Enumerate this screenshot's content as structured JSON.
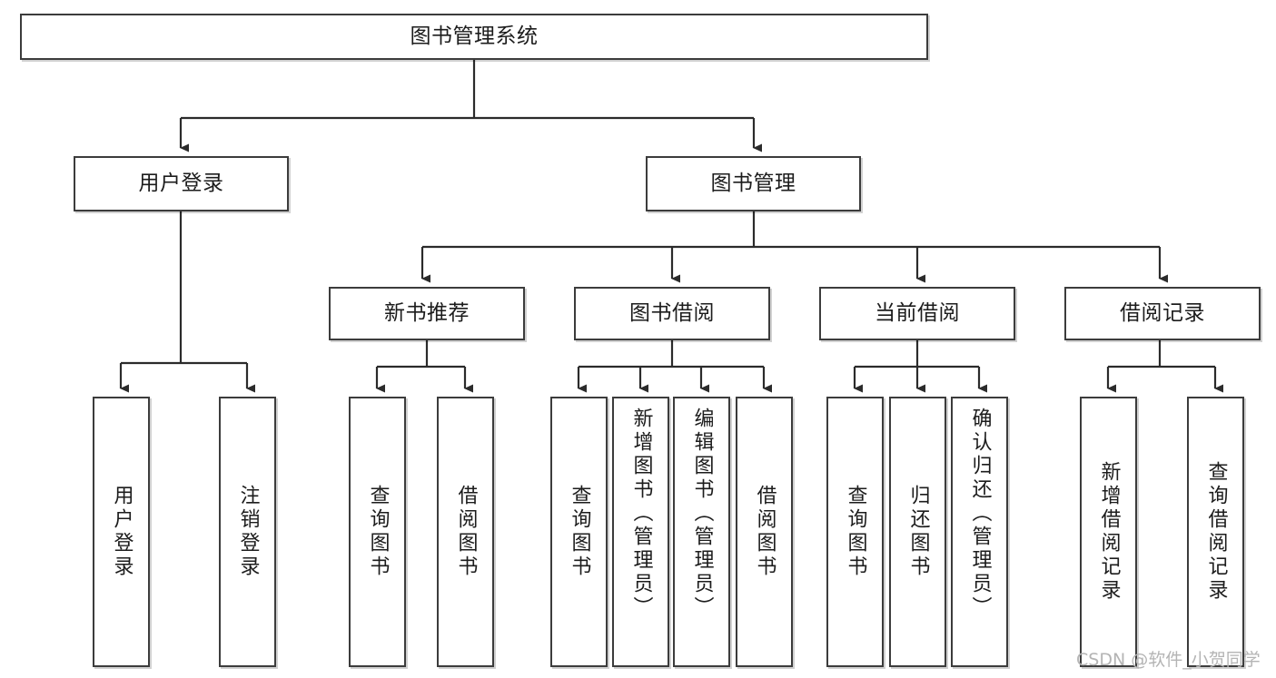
{
  "diagram": {
    "title": "图书管理系统",
    "type": "tree",
    "watermark": "CSDN @软件_小贺同学",
    "colors": {
      "box_border": "#3c3c3c",
      "box_fill": "#ffffff",
      "line": "#2b2b2b",
      "text": "#1c1c1c",
      "watermark": "#b4b4b4"
    },
    "root": {
      "label": "图书管理系统"
    },
    "level2": [
      {
        "label": "用户登录"
      },
      {
        "label": "图书管理"
      }
    ],
    "level3": [
      {
        "label": "新书推荐"
      },
      {
        "label": "图书借阅"
      },
      {
        "label": "当前借阅"
      },
      {
        "label": "借阅记录"
      }
    ],
    "leaves": {
      "user_login": [
        {
          "label": "用户登录"
        },
        {
          "label": "注销登录"
        }
      ],
      "new_book_recommend": [
        {
          "label": "查询图书"
        },
        {
          "label": "借阅图书"
        }
      ],
      "book_borrow": [
        {
          "label": "查询图书"
        },
        {
          "label": "新增图书（管理员）"
        },
        {
          "label": "编辑图书（管理员）"
        },
        {
          "label": "借阅图书"
        }
      ],
      "current_borrow": [
        {
          "label": "查询图书"
        },
        {
          "label": "归还图书"
        },
        {
          "label": "确认归还（管理员）"
        }
      ],
      "borrow_record": [
        {
          "label": "新增借阅记录"
        },
        {
          "label": "查询借阅记录"
        }
      ]
    }
  }
}
